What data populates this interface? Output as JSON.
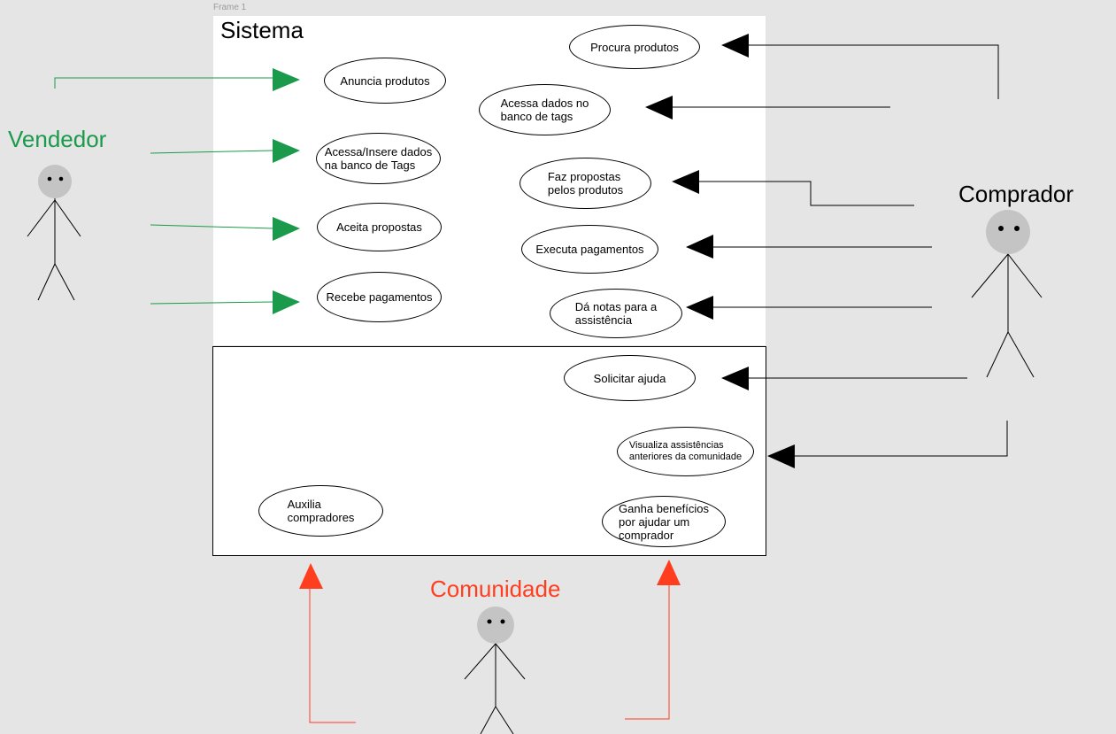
{
  "frame": {
    "label": "Frame 1"
  },
  "system": {
    "title": "Sistema"
  },
  "actors": {
    "vendedor": {
      "name": "Vendedor",
      "color": "#1a9a4a"
    },
    "comprador": {
      "name": "Comprador",
      "color": "#000000"
    },
    "comunidade": {
      "name": "Comunidade",
      "color": "#ff3d1f"
    }
  },
  "use_cases": {
    "procura_produtos": "Procura produtos",
    "anuncia_produtos": "Anuncia produtos",
    "acessa_dados_tags": "Acessa dados no\nbanco de tags",
    "acessa_insere_tags": "Acessa/Insere dados\nna banco de Tags",
    "faz_propostas": "Faz propostas\npelos produtos",
    "aceita_propostas": "Aceita propostas",
    "executa_pagamentos": "Executa pagamentos",
    "recebe_pagamentos": "Recebe pagamentos",
    "da_notas": "Dá notas para a\nassistência",
    "solicitar_ajuda": "Solicitar ajuda",
    "visualiza_assistencias": "Visualiza assistências\nanteriores da comunidade",
    "auxilia_compradores": "Auxilia\ncompradores",
    "ganha_beneficios": "Ganha benefícios\npor ajudar um\ncomprador"
  }
}
